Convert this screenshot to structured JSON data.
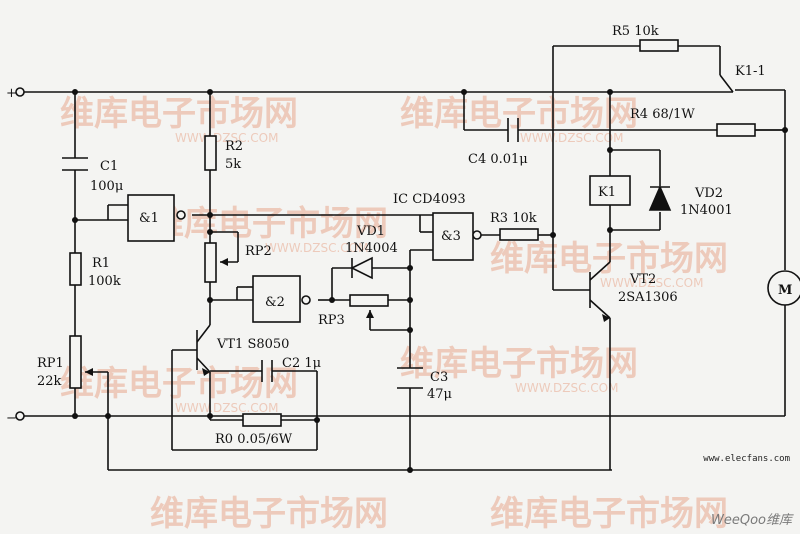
{
  "terminals": {
    "plus": "+",
    "minus": "−"
  },
  "gates": {
    "g1": "&1",
    "g2": "&2",
    "g3": "&3",
    "ic": "IC CD4093"
  },
  "components": {
    "c1": [
      "C1",
      "100μ"
    ],
    "r1": [
      "R1",
      "100k"
    ],
    "rp1": [
      "RP1",
      "22k"
    ],
    "r2": [
      "R2",
      "5k"
    ],
    "rp2": "RP2",
    "vt1": "VT1  S8050",
    "c2": "C2  1μ",
    "r0": "R0  0.05/6W",
    "vd1": [
      "VD1",
      "1N4004"
    ],
    "rp3": "RP3",
    "c3": [
      "C3",
      "47μ"
    ],
    "r3": "R3  10k",
    "c4": "C4  0.01μ",
    "r5": "R5  10k",
    "r4": "R4  68/1W",
    "k1": "K1",
    "k1_1": "K1-1",
    "vd2": [
      "VD2",
      "1N4001"
    ],
    "vt2": [
      "VT2",
      "2SA1306"
    ],
    "motor": "M"
  },
  "watermark": {
    "brand": "维库电子市场网",
    "url": "WWW.DZSC.COM"
  },
  "footer": {
    "site_url": "www.elecfans.com",
    "credit": "WeeQoo维库"
  },
  "colors": {
    "line": "#111111",
    "watermark": "#e8a98f",
    "background": "#f4f4f2"
  }
}
